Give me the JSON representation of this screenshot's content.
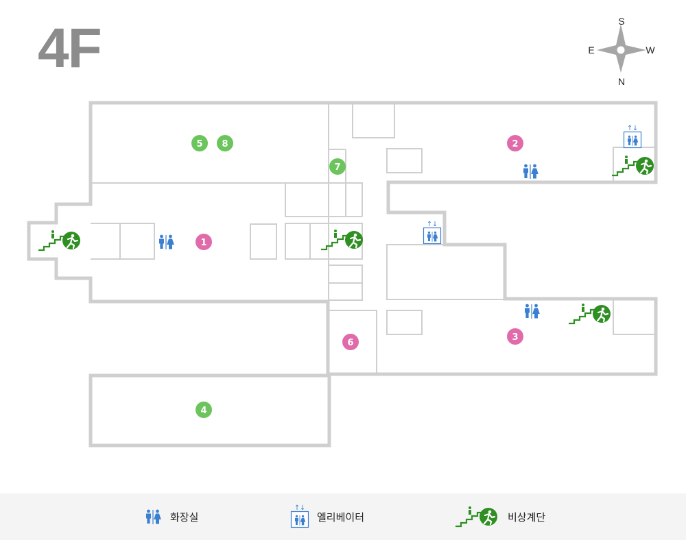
{
  "floor": "4F",
  "compass": {
    "top": "S",
    "left": "E",
    "right": "W",
    "bottom": "N",
    "center_color": "#a6a6a6"
  },
  "colors": {
    "wall": "#cfcfcf",
    "pink_marker": "#e06aaa",
    "green_marker": "#6cc45c",
    "restroom_icon": "#3a7fd0",
    "exit_green": "#2f8f22",
    "legend_bg": "#f4f4f4"
  },
  "markers": [
    {
      "label": "1",
      "color": "pink"
    },
    {
      "label": "2",
      "color": "pink"
    },
    {
      "label": "3",
      "color": "pink"
    },
    {
      "label": "4",
      "color": "green"
    },
    {
      "label": "5",
      "color": "green"
    },
    {
      "label": "6",
      "color": "pink"
    },
    {
      "label": "7",
      "color": "green"
    },
    {
      "label": "8",
      "color": "green"
    }
  ],
  "icons": {
    "restroom": [
      "restroom-icon",
      "restroom-icon",
      "restroom-icon"
    ],
    "elevator": [
      "elevator-icon",
      "elevator-icon"
    ],
    "emergency_stairs": [
      "emergency-stairs-icon",
      "emergency-stairs-icon",
      "emergency-stairs-icon",
      "emergency-stairs-icon"
    ]
  },
  "legend": {
    "restroom_label": "화장실",
    "elevator_label": "엘리베이터",
    "stairs_label": "비상계단"
  }
}
